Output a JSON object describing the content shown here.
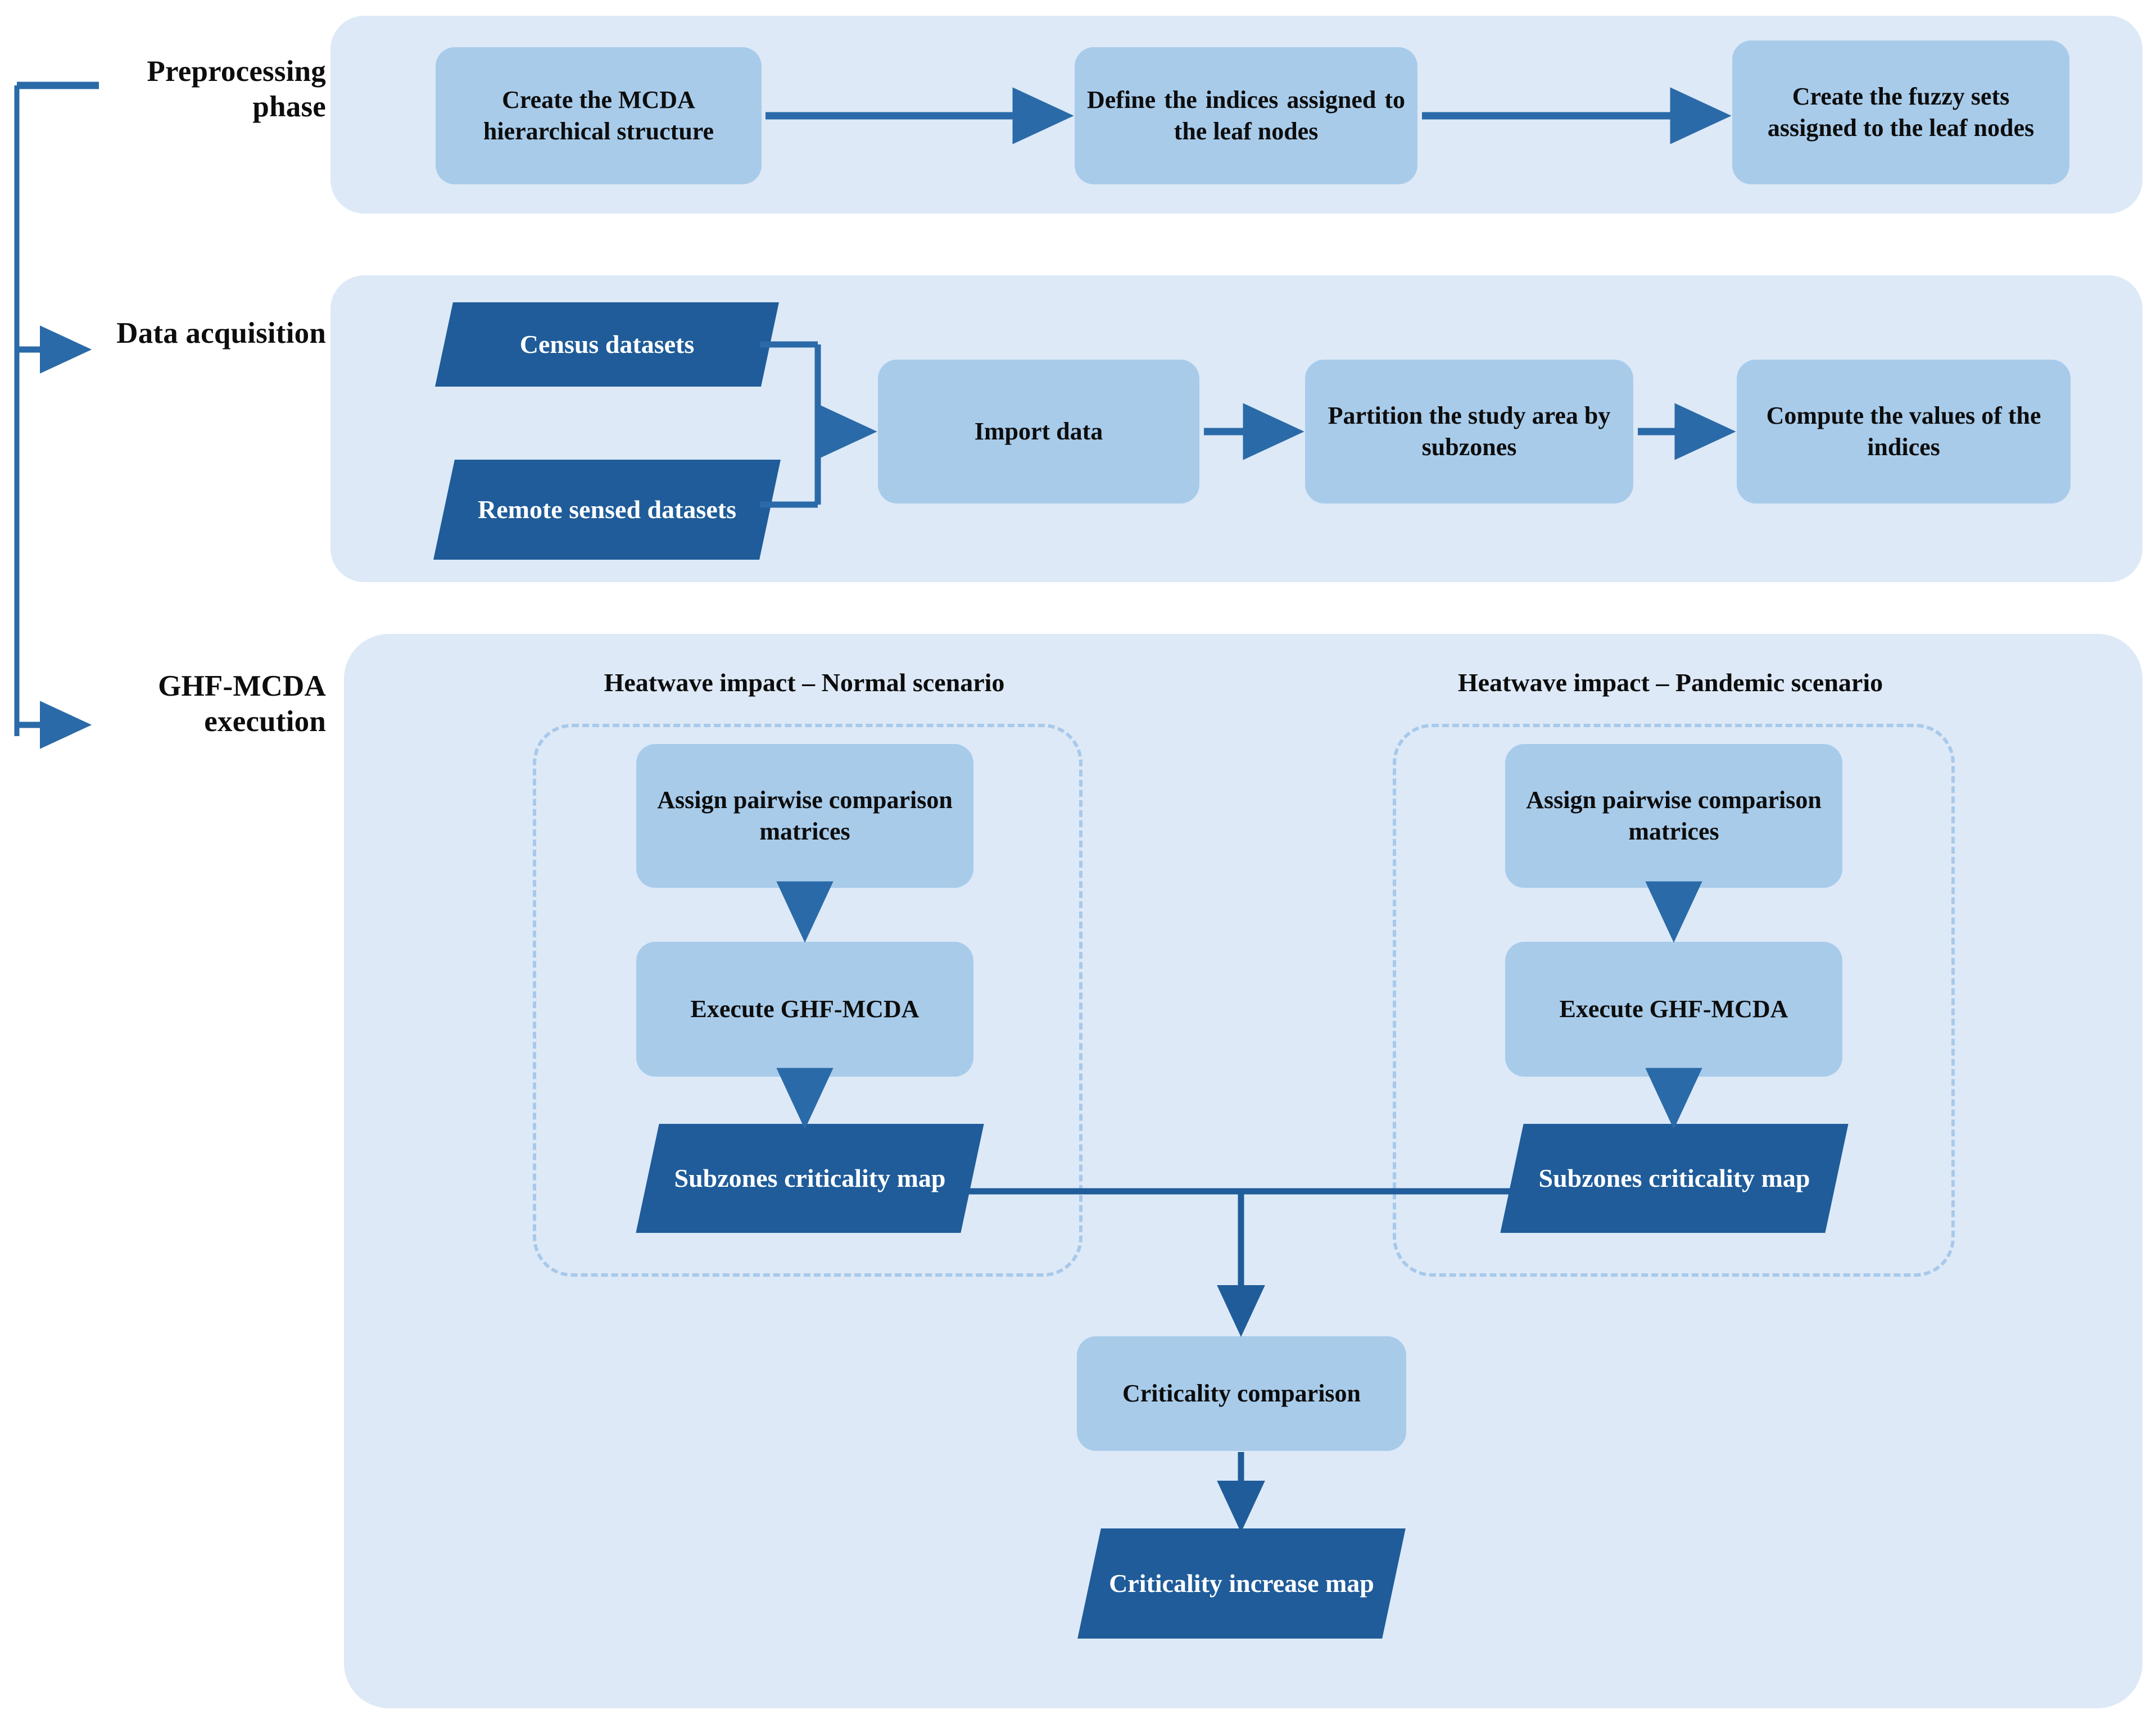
{
  "diagram": {
    "title": "GHF-MCDA heatwave criticality workflow",
    "accent_dark": "#1f5c99",
    "accent_mid": "#a8cbea",
    "panel_bg": "#dde9f7",
    "dashed_border": "#a8c9ea"
  },
  "phases": [
    {
      "id": "preprocessing",
      "label": "Preprocessing\nphase"
    },
    {
      "id": "data-acquisition",
      "label": "Data acquisition"
    },
    {
      "id": "ghf-mcda-execution",
      "label": "GHF-MCDA\nexecution"
    }
  ],
  "preprocessing": {
    "nodes": [
      {
        "id": "create-mcda",
        "label": "Create the MCDA hierarchical structure",
        "shape": "process"
      },
      {
        "id": "define-indices",
        "label": "Define the indices assigned to the leaf nodes",
        "shape": "process"
      },
      {
        "id": "create-fuzzy-sets",
        "label": "Create the fuzzy sets assigned to the leaf nodes",
        "shape": "process"
      }
    ]
  },
  "data_acquisition": {
    "inputs": [
      {
        "id": "census-datasets",
        "label": "Census datasets",
        "shape": "data"
      },
      {
        "id": "remote-sensed-datasets",
        "label": "Remote sensed datasets",
        "shape": "data"
      }
    ],
    "nodes": [
      {
        "id": "import-data",
        "label": "Import data",
        "shape": "process"
      },
      {
        "id": "partition-subzones",
        "label": "Partition the study area by subzones",
        "shape": "process"
      },
      {
        "id": "compute-indices",
        "label": "Compute the values of the indices",
        "shape": "process"
      }
    ]
  },
  "execution": {
    "scenarios": [
      {
        "id": "normal",
        "title": "Heatwave impact – Normal scenario",
        "nodes": [
          {
            "id": "assign-matrices-normal",
            "label": "Assign pairwise comparison matrices",
            "shape": "process"
          },
          {
            "id": "execute-ghf-mcda-normal",
            "label": "Execute GHF-MCDA",
            "shape": "process"
          },
          {
            "id": "subzones-criticality-map-normal",
            "label": "Subzones criticality map",
            "shape": "data"
          }
        ]
      },
      {
        "id": "pandemic",
        "title": "Heatwave impact – Pandemic scenario",
        "nodes": [
          {
            "id": "assign-matrices-pandemic",
            "label": "Assign pairwise comparison matrices",
            "shape": "process"
          },
          {
            "id": "execute-ghf-mcda-pandemic",
            "label": "Execute GHF-MCDA",
            "shape": "process"
          },
          {
            "id": "subzones-criticality-map-pandemic",
            "label": "Subzones criticality map",
            "shape": "data"
          }
        ]
      }
    ],
    "merge_nodes": [
      {
        "id": "criticality-comparison",
        "label": "Criticality comparison",
        "shape": "process"
      },
      {
        "id": "criticality-increase-map",
        "label": "Criticality increase map",
        "shape": "data"
      }
    ]
  }
}
